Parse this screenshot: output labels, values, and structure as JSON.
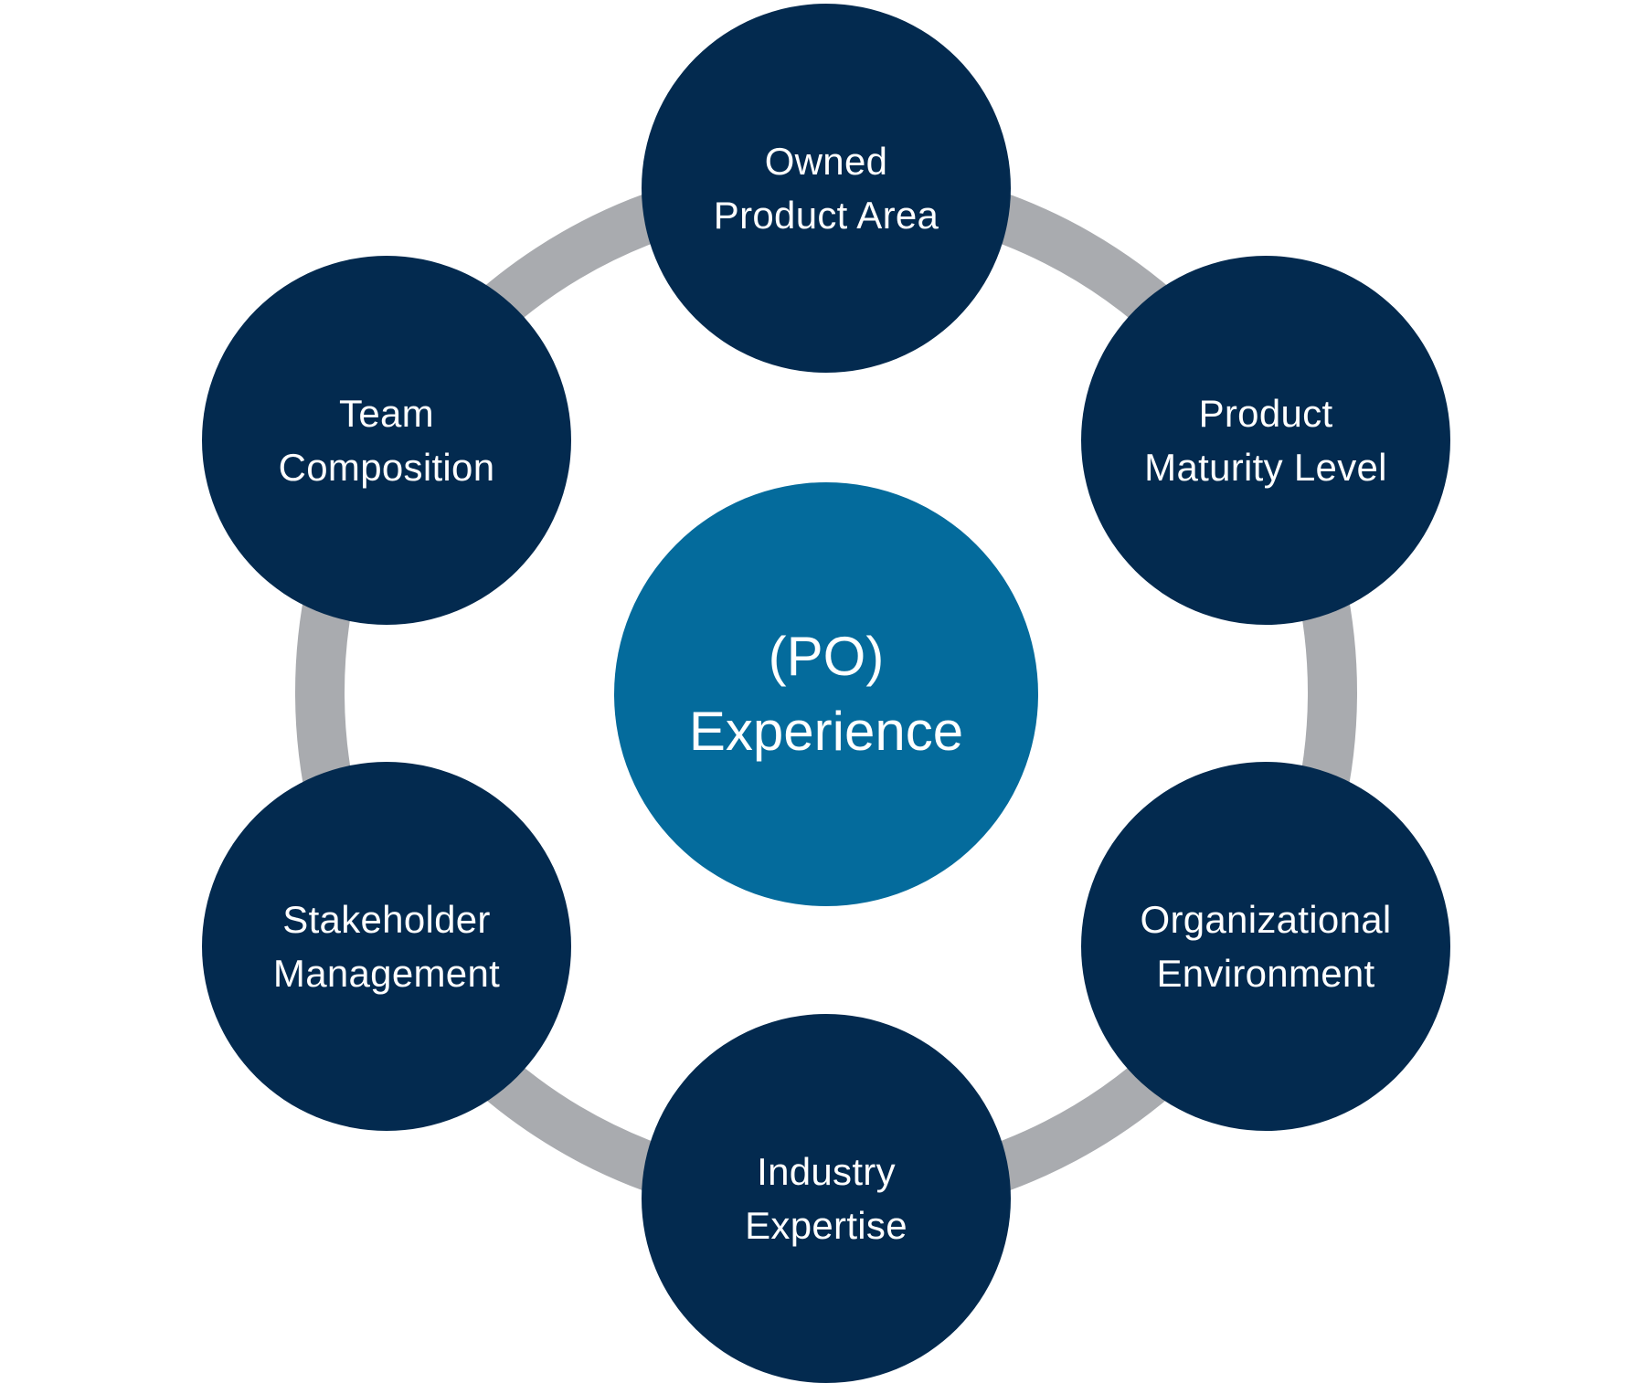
{
  "diagram": {
    "colors": {
      "outer_circle": "#032a4f",
      "center_circle": "#046b9c",
      "ring": "#a9abaf",
      "text": "#ffffff",
      "background": "#ffffff"
    },
    "center": {
      "line1": "(PO)",
      "line2": "Experience"
    },
    "nodes": [
      {
        "position": "top",
        "line1": "Owned",
        "line2": "Product Area"
      },
      {
        "position": "top-right",
        "line1": "Product",
        "line2": "Maturity Level"
      },
      {
        "position": "bottom-right",
        "line1": "Organizational",
        "line2": "Environment"
      },
      {
        "position": "bottom",
        "line1": "Industry",
        "line2": "Expertise"
      },
      {
        "position": "bottom-left",
        "line1": "Stakeholder",
        "line2": "Management"
      },
      {
        "position": "top-left",
        "line1": "Team",
        "line2": "Composition"
      }
    ]
  }
}
